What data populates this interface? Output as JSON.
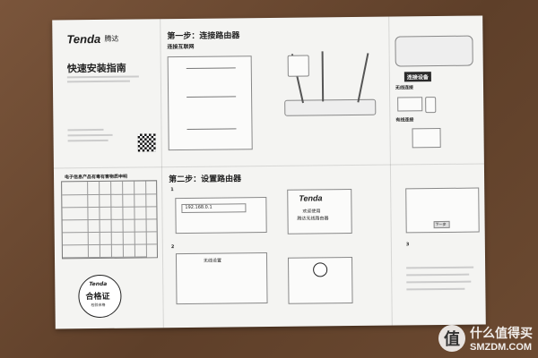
{
  "sheet": {
    "brand": "Tenda",
    "brand_cn": "腾达",
    "guide_title": "快速安装指南",
    "step1_title": "第一步：连接路由器",
    "step1_sub": "连接互联网",
    "step2_title": "第二步：设置路由器",
    "router_label": "连接设备",
    "wireless_label": "无线连接",
    "wired_label": "有线连接",
    "table_title": "电子信息产品有毒有害物质申明",
    "cert_brand": "Tenda",
    "cert_label": "合格证",
    "cert_sub": "检验合格",
    "ip_text": "192.168.0.1",
    "welcome_line1": "欢迎使用",
    "welcome_line2": "腾达无线路由器",
    "wifi_settings": "无线设置",
    "next_button": "下一步",
    "step_label_1": "1",
    "step_label_2": "2",
    "step_label_3": "3"
  },
  "watermark": {
    "icon_char": "值",
    "text_cn": "什么值得买",
    "text_en": "SMZDM.COM"
  }
}
